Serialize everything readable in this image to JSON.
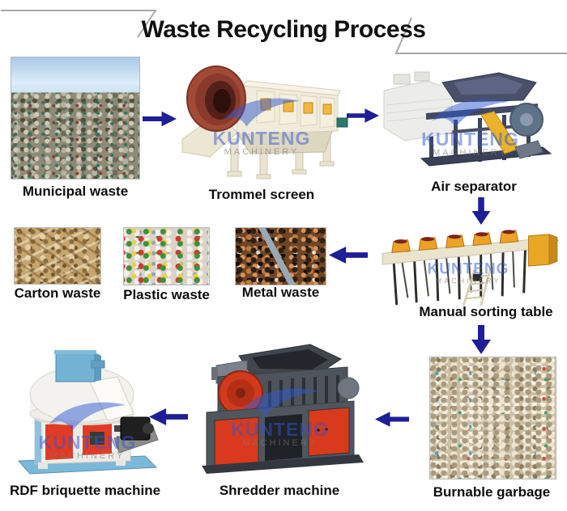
{
  "title": "Waste Recycling Process",
  "watermark": {
    "brand": "KUNTENG",
    "sub": "MACHINERY"
  },
  "colors": {
    "arrow": "#1e1e96",
    "title_text": "#111111",
    "watermark_blue": "#3058cd",
    "watermark_gray": "#787878",
    "decor_line": "#a8a8a8"
  },
  "stages": {
    "municipal_waste": "Municipal waste",
    "trommel_screen": "Trommel screen",
    "air_separator": "Air separator",
    "carton_waste": "Carton waste",
    "plastic_waste": "Plastic waste",
    "metal_waste": "Metal waste",
    "manual_sorting_table": "Manual sorting table",
    "burnable_garbage": "Burnable garbage",
    "shredder_machine": "Shredder machine",
    "rdf_briquette_machine": "RDF briquette machine"
  }
}
